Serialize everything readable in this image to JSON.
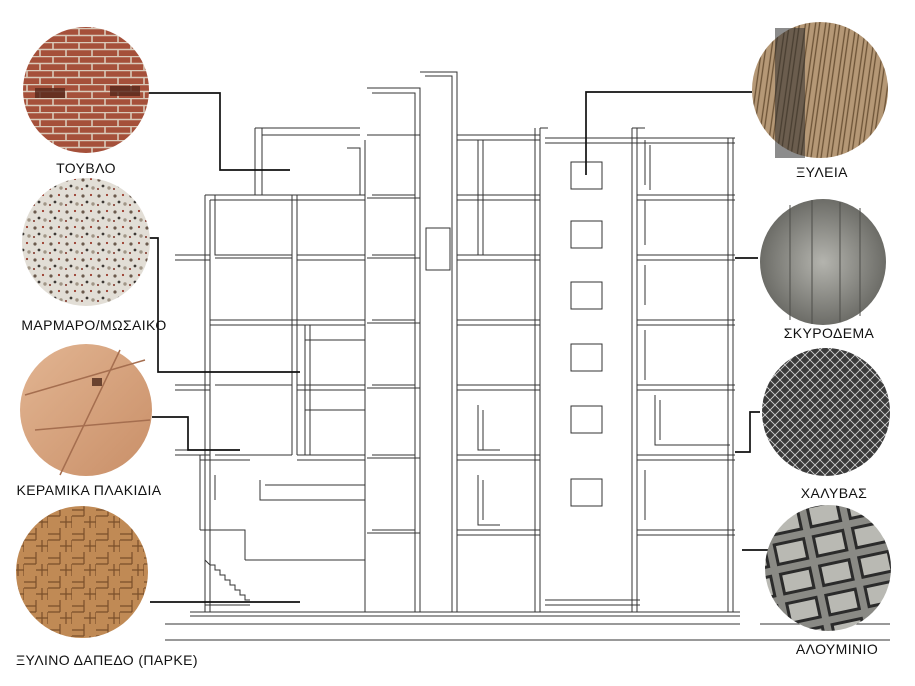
{
  "materials": {
    "brick": {
      "label": "ΤΟΥΒΛΟ",
      "icon": "brick-texture"
    },
    "terrazzo": {
      "label": "ΜΑΡΜΑΡΟ/ΜΩΣΑΙΚΟ",
      "icon": "terrazzo-texture"
    },
    "ceramic": {
      "label": "ΚΕΡΑΜΙΚΑ ΠΛΑΚΙΔΙΑ",
      "icon": "ceramic-tile-texture"
    },
    "parquet": {
      "label": "ΞΥΛΙΝΟ ΔΑΠΕΔΟ (ΠΑΡΚΕ)",
      "icon": "parquet-texture"
    },
    "timber": {
      "label": "ΞΥΛΕΙΑ",
      "icon": "timber-texture"
    },
    "concrete": {
      "label": "ΣΚΥΡΟΔΕΜΑ",
      "icon": "concrete-texture"
    },
    "steel": {
      "label": "ΧΑΛΥΒΑΣ",
      "icon": "rebar-texture"
    },
    "aluminium": {
      "label": "ΑΛΟΥΜΙΝΙΟ",
      "icon": "aluminium-frame-texture"
    }
  },
  "colors": {
    "brick": "#9c4a35",
    "terrazzo": "#d8d4cc",
    "ceramic": "#d9a884",
    "parquet": "#b9834f",
    "timber": "#a88c6a",
    "concrete": "#8e8e88",
    "steel": "#2a2a2a",
    "aluminium": "#6d6d68",
    "line": "#111111"
  }
}
